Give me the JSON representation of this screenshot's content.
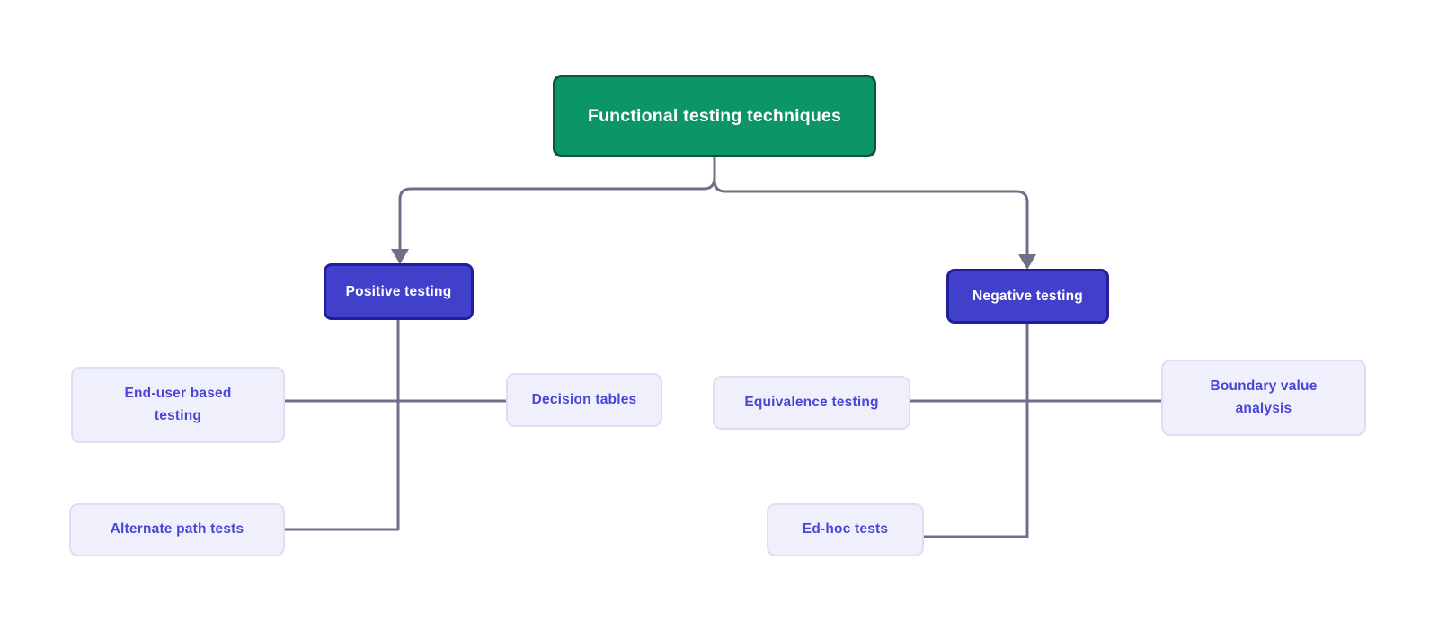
{
  "colors": {
    "background": "#ffffff",
    "edge": "#6f7087",
    "root_fill": "#0c9569",
    "root_border": "#0c5440",
    "branch_fill": "#4140cb",
    "branch_border": "#221ca0",
    "leaf_fill": "#f0f0fc",
    "leaf_border": "#dcdef6",
    "leaf_text": "#4946d5",
    "root_text": "#ffffff",
    "branch_text": "#ffffff"
  },
  "nodes": {
    "root": {
      "label": "Functional testing techniques",
      "type": "root"
    },
    "positive": {
      "label": "Positive testing",
      "type": "branch"
    },
    "negative": {
      "label": "Negative testing",
      "type": "branch"
    },
    "end_user": {
      "label": "End-user based testing",
      "type": "leaf"
    },
    "decision": {
      "label": "Decision tables",
      "type": "leaf"
    },
    "alternate": {
      "label": "Alternate path tests",
      "type": "leaf"
    },
    "equivalence": {
      "label": "Equivalence testing",
      "type": "leaf"
    },
    "boundary": {
      "label": "Boundary value analysis",
      "type": "leaf"
    },
    "ed_hoc": {
      "label": "Ed-hoc tests",
      "type": "leaf"
    }
  },
  "hierarchy": {
    "root": "Functional testing techniques",
    "branches": [
      {
        "label": "Positive testing",
        "children": [
          "End-user based testing",
          "Decision tables",
          "Alternate path tests"
        ]
      },
      {
        "label": "Negative testing",
        "children": [
          "Equivalence testing",
          "Boundary value analysis",
          "Ed-hoc tests"
        ]
      }
    ]
  }
}
